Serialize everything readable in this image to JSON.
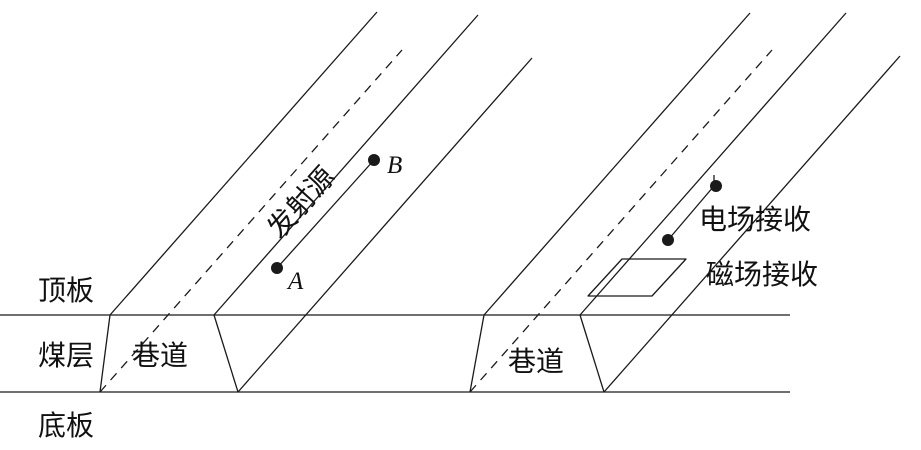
{
  "strata": {
    "roof": "顶板",
    "coal_seam": "煤层",
    "floor": "底板"
  },
  "roadways": {
    "left_label": "巷道",
    "right_label": "巷道"
  },
  "transmitter": {
    "label": "发射源",
    "point_a": "A",
    "point_b": "B"
  },
  "receivers": {
    "electric_label": "电场接收",
    "magnetic_label": "磁场接收"
  }
}
